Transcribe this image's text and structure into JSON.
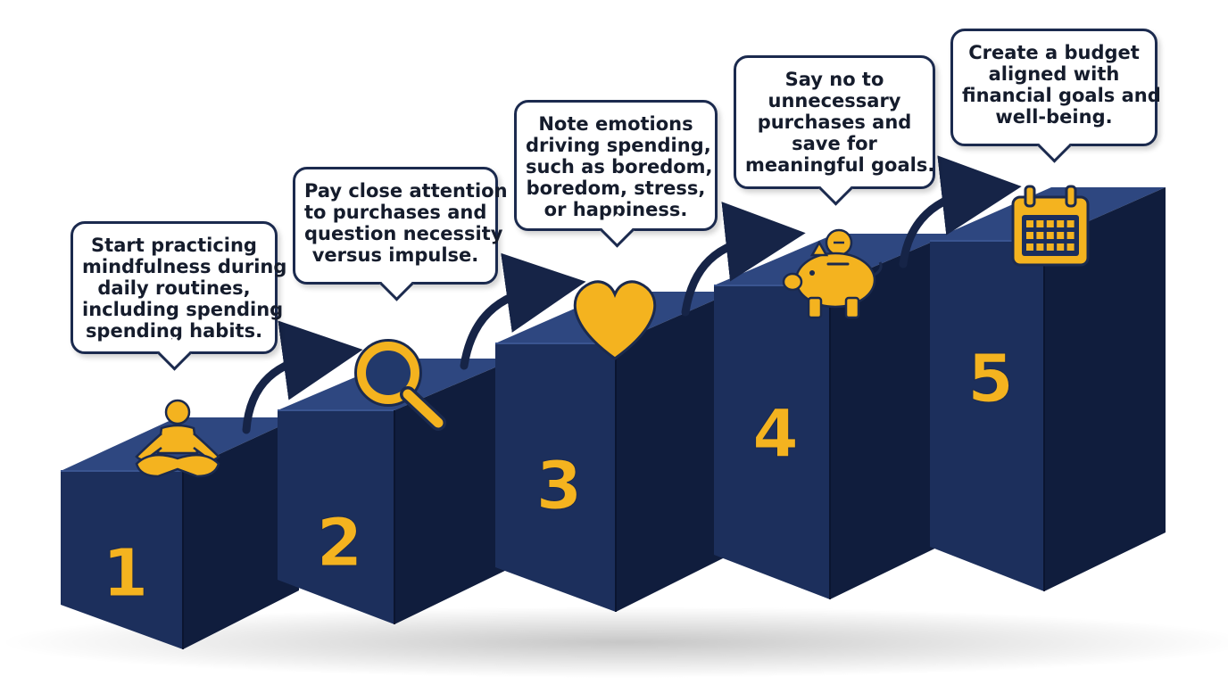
{
  "steps": [
    {
      "number": "1",
      "icon": "meditation-icon",
      "text": [
        "Start practicing",
        "mindfulness during",
        "daily routines,",
        "including spending",
        "spending habits."
      ]
    },
    {
      "number": "2",
      "icon": "magnifying-glass-icon",
      "text": [
        "Pay close attention",
        "to purchases and",
        "question necessity",
        "versus impulse."
      ]
    },
    {
      "number": "3",
      "icon": "heart-icon",
      "text": [
        "Note emotions",
        "driving spending,",
        "such as boredom,",
        "boredom, stress,",
        "or happiness."
      ]
    },
    {
      "number": "4",
      "icon": "piggy-bank-icon",
      "text": [
        "Say no to",
        "unnecessary",
        "purchases and",
        "save for",
        "meaningful goals."
      ]
    },
    {
      "number": "5",
      "icon": "calendar-icon",
      "text": [
        "Create a budget",
        "aligned with",
        "financial goals and",
        "well-being."
      ]
    }
  ],
  "colors": {
    "block_front": "#1c2f5c",
    "block_side": "#101d3d",
    "block_top": "#2e4780",
    "accent": "#f4b31f",
    "arrow": "#162447"
  }
}
